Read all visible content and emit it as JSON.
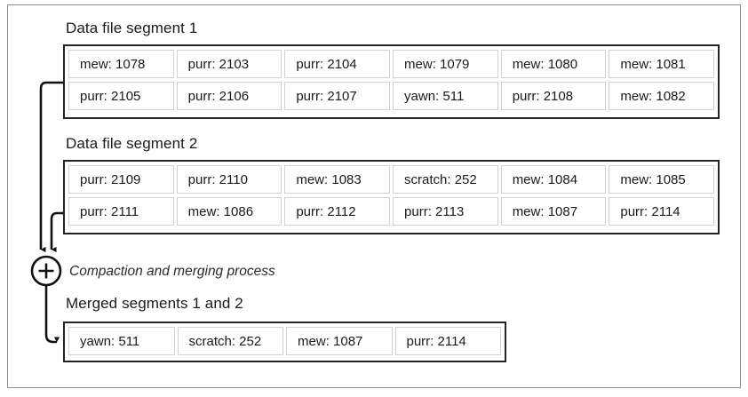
{
  "diagram": {
    "type": "flow-diagram",
    "title_hidden": "Log-structured storage compaction and merging",
    "segments": [
      {
        "id": "segment-1",
        "title": "Data file segment 1",
        "rows": [
          [
            "mew: 1078",
            "purr: 2103",
            "purr: 2104",
            "mew: 1079",
            "mew: 1080",
            "mew: 1081"
          ],
          [
            "purr: 2105",
            "purr: 2106",
            "purr: 2107",
            "yawn: 511",
            "purr: 2108",
            "mew: 1082"
          ]
        ]
      },
      {
        "id": "segment-2",
        "title": "Data file segment 2",
        "rows": [
          [
            "purr: 2109",
            "purr: 2110",
            "mew: 1083",
            "scratch: 252",
            "mew: 1084",
            "mew: 1085"
          ],
          [
            "purr: 2111",
            "mew: 1086",
            "purr: 2112",
            "purr: 2113",
            "mew: 1087",
            "purr: 2114"
          ]
        ]
      }
    ],
    "merge_node": {
      "glyph": "+",
      "label": "Compaction and merging process"
    },
    "merged": {
      "id": "merged-segment",
      "title": "Merged segments 1 and 2",
      "rows": [
        [
          "yawn: 511",
          "scratch: 252",
          "mew: 1087",
          "purr: 2114"
        ]
      ]
    },
    "colors": {
      "frame": "#8d8d8d",
      "box_border": "#222222",
      "cell_border": "#d2d2d2",
      "text": "#1a1a1a",
      "background": "#ffffff"
    }
  }
}
